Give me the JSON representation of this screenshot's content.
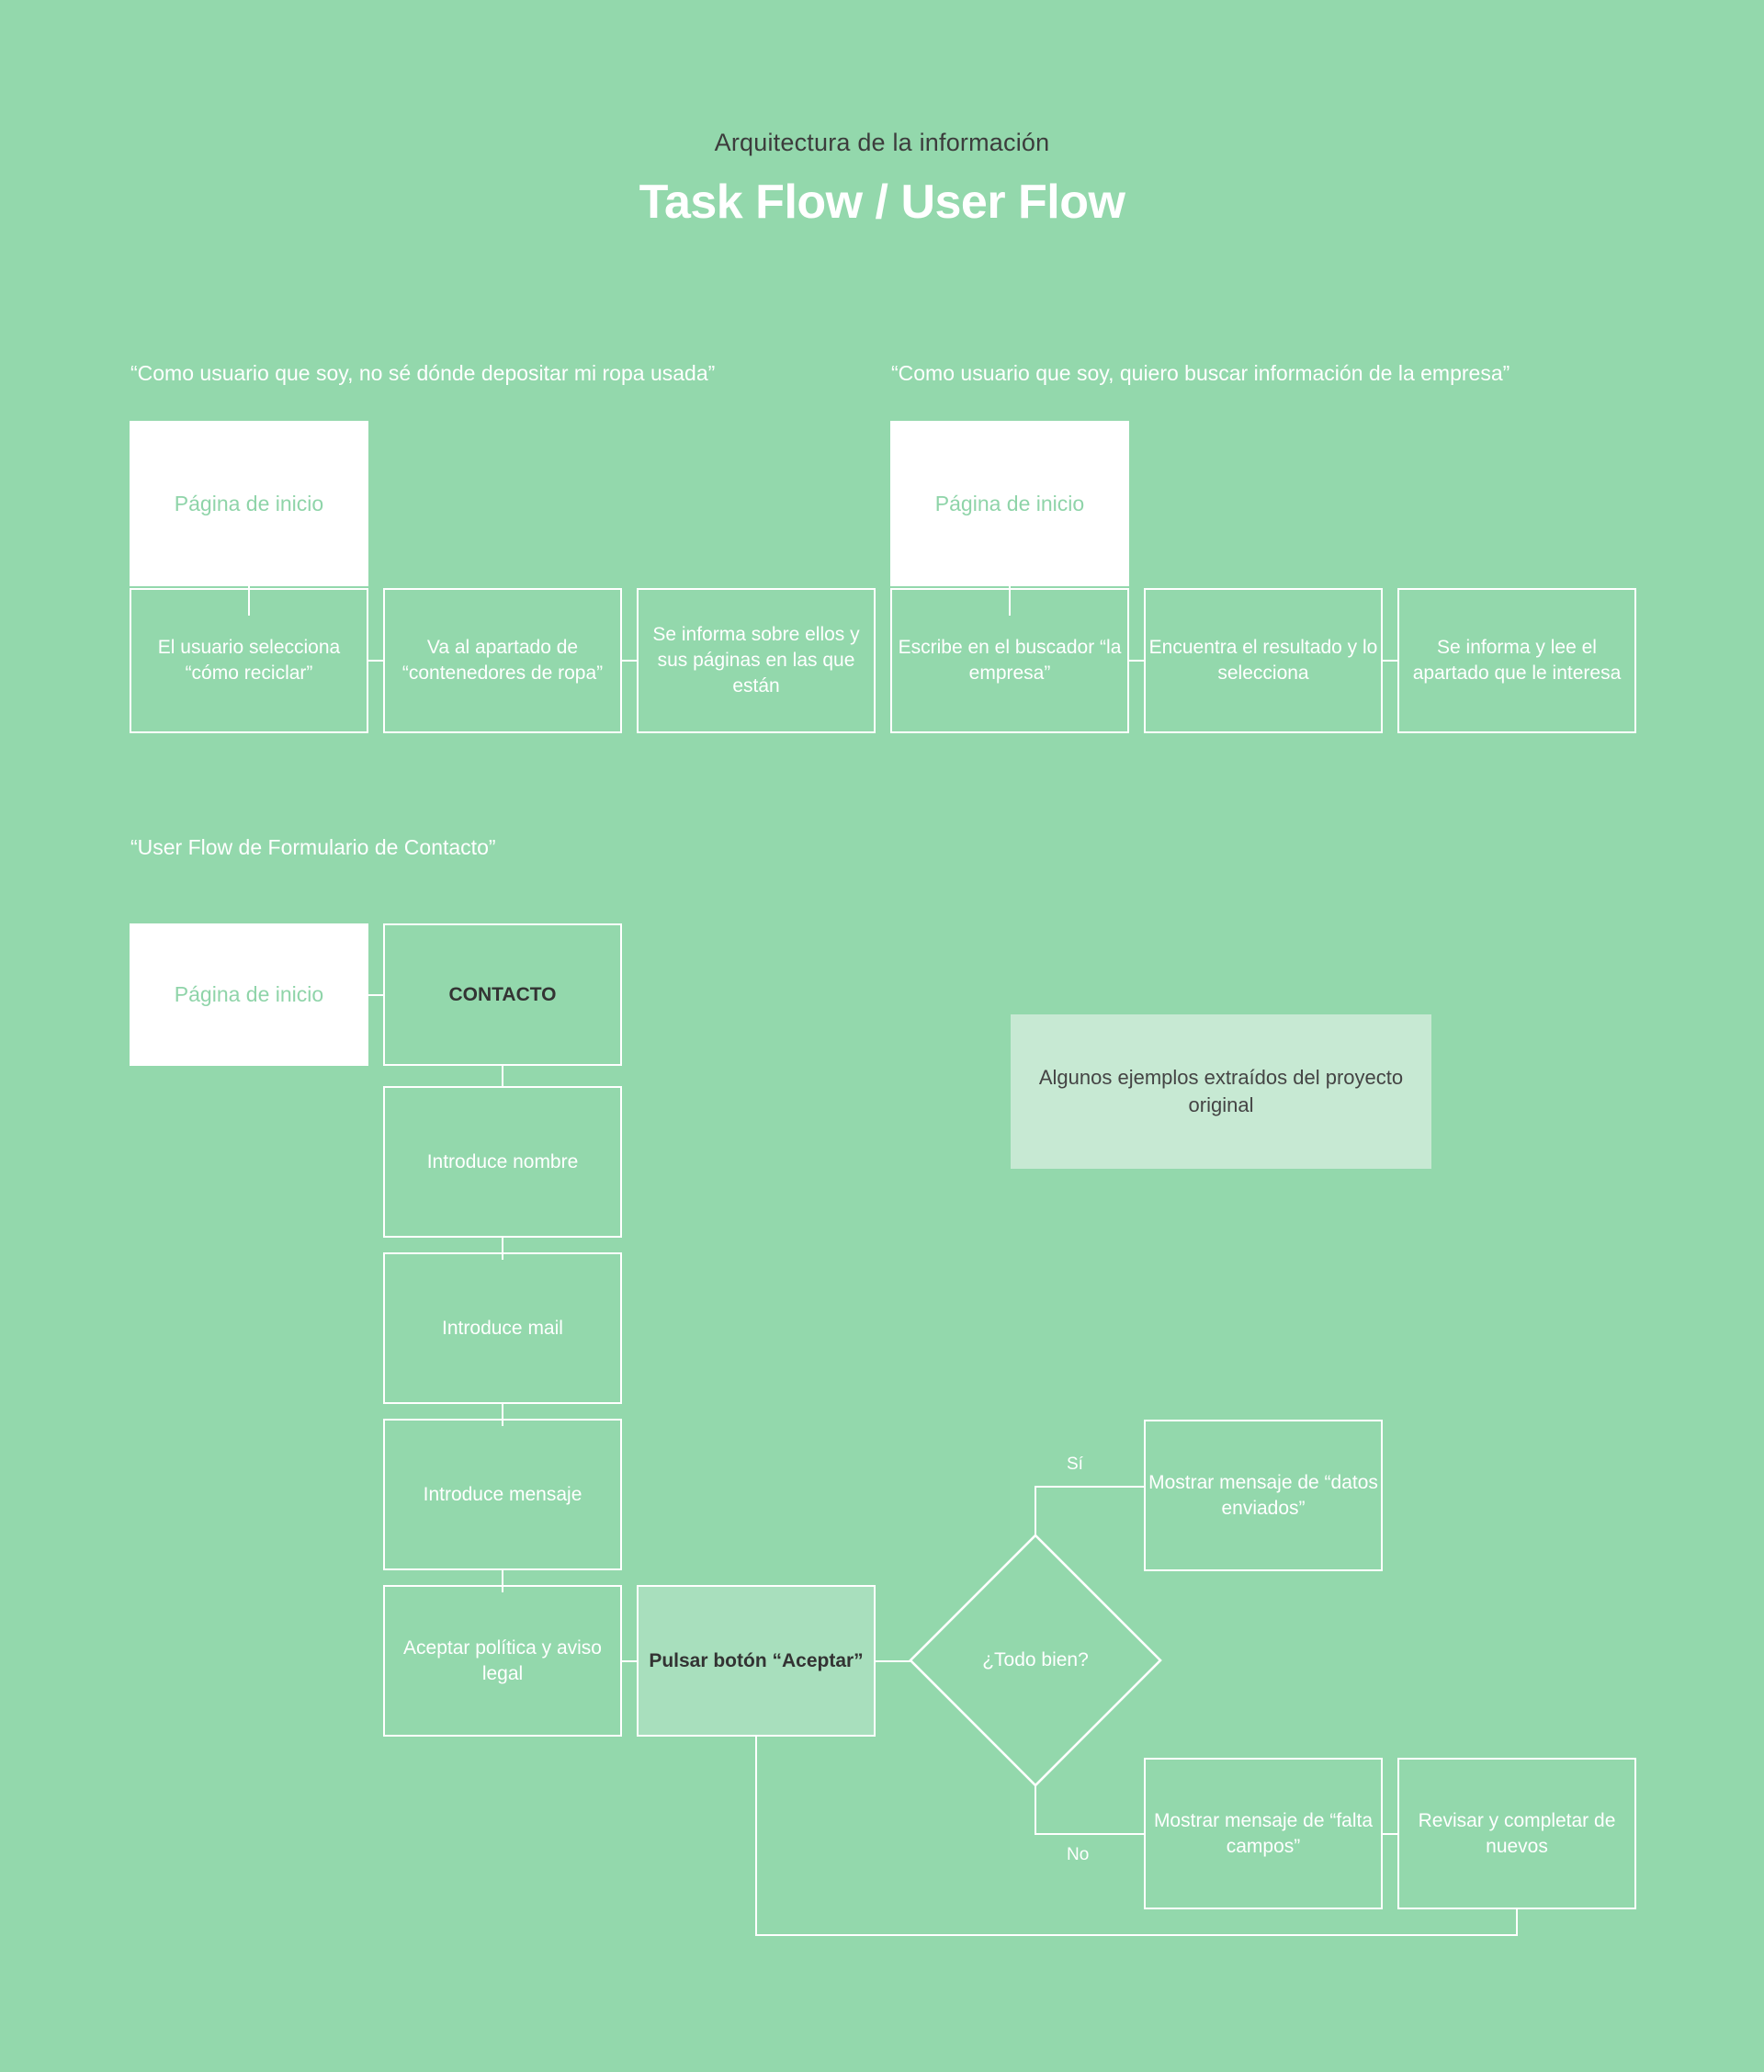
{
  "header": {
    "kicker": "Arquitectura de la información",
    "title": "Task Flow / User Flow"
  },
  "sections": [
    {
      "caption": "“Como usuario que soy, no sé dónde depositar mi ropa usada”"
    },
    {
      "caption": "“Como usuario que soy, quiero buscar información de la empresa”"
    },
    {
      "caption": "“User Flow de Formulario de Contacto”"
    }
  ],
  "flow_a": {
    "start": "Página de inicio",
    "steps": [
      "El usuario selecciona “cómo reciclar”",
      "Va al apartado de “contenedores de ropa”",
      "Se informa sobre ellos y sus páginas en las que están"
    ]
  },
  "flow_b": {
    "start": "Página de inicio",
    "steps": [
      "Escribe en el buscador “la empresa”",
      "Encuentra el resultado y lo selecciona",
      "Se informa y lee el apartado que le interesa"
    ]
  },
  "flow_c": {
    "start": "Página de inicio",
    "contacto": "CONTACTO",
    "fields": [
      "Introduce nombre",
      "Introduce mail",
      "Introduce mensaje",
      "Aceptar política y aviso legal"
    ],
    "submit": "Pulsar botón “Aceptar”",
    "decision": "¿Todo bien?",
    "branch_yes_label": "Sí",
    "branch_no_label": "No",
    "yes_result": "Mostrar mensaje de “datos enviados”",
    "no_result": "Mostrar mensaje de “falta campos”",
    "no_followup": "Revisar y completar de nuevos"
  },
  "note": {
    "text": "Algunos ejemplos extraídos del proyecto original"
  },
  "colors": {
    "background": "#93d8ac",
    "line": "#ffffff",
    "white_node_bg": "#ffffff",
    "white_node_text": "#8fd4a9",
    "emphasis_node_bg": "#a8dfbd",
    "note_bg": "#c7e9d3",
    "dark_text": "#3c3c3c"
  }
}
